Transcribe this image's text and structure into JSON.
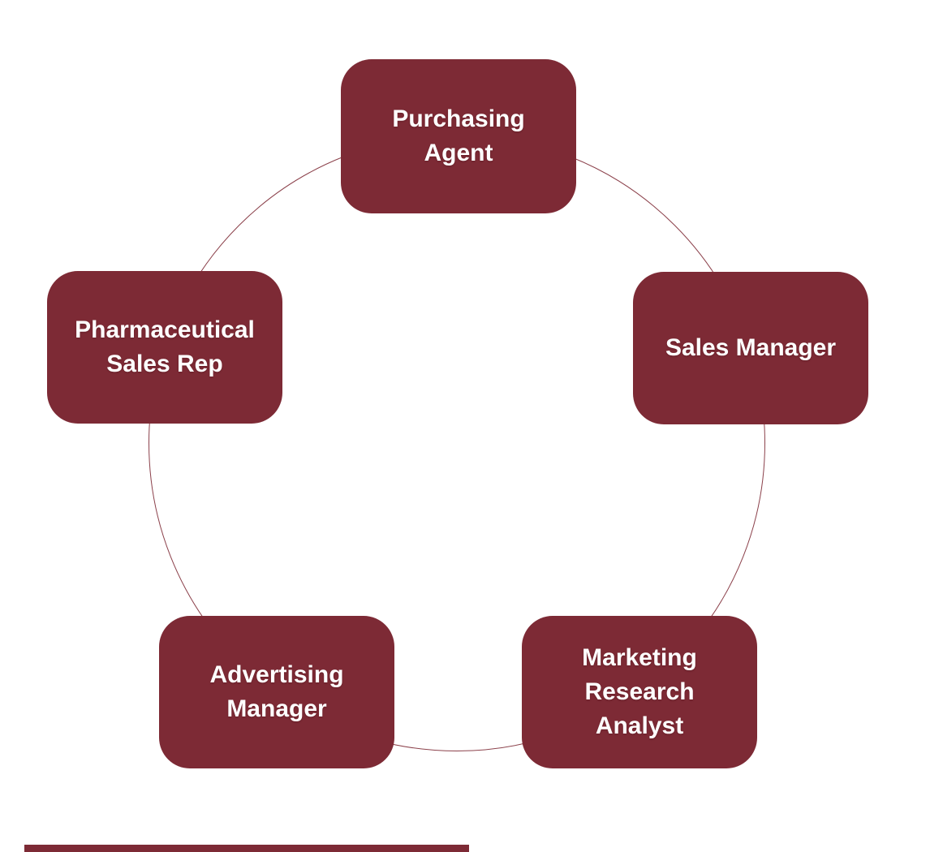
{
  "colors": {
    "node-fill": "#7D2A35",
    "node-text": "#FFFFFF",
    "circle-stroke": "#7E2B36",
    "page-bg": "#FFFFFF"
  },
  "diagram": {
    "type": "cycle",
    "nodes": [
      {
        "label": "Purchasing Agent"
      },
      {
        "label": "Sales Manager"
      },
      {
        "label": "Marketing Research Analyst"
      },
      {
        "label": "Advertising Manager"
      },
      {
        "label": "Pharmaceutical Sales Rep"
      }
    ]
  }
}
